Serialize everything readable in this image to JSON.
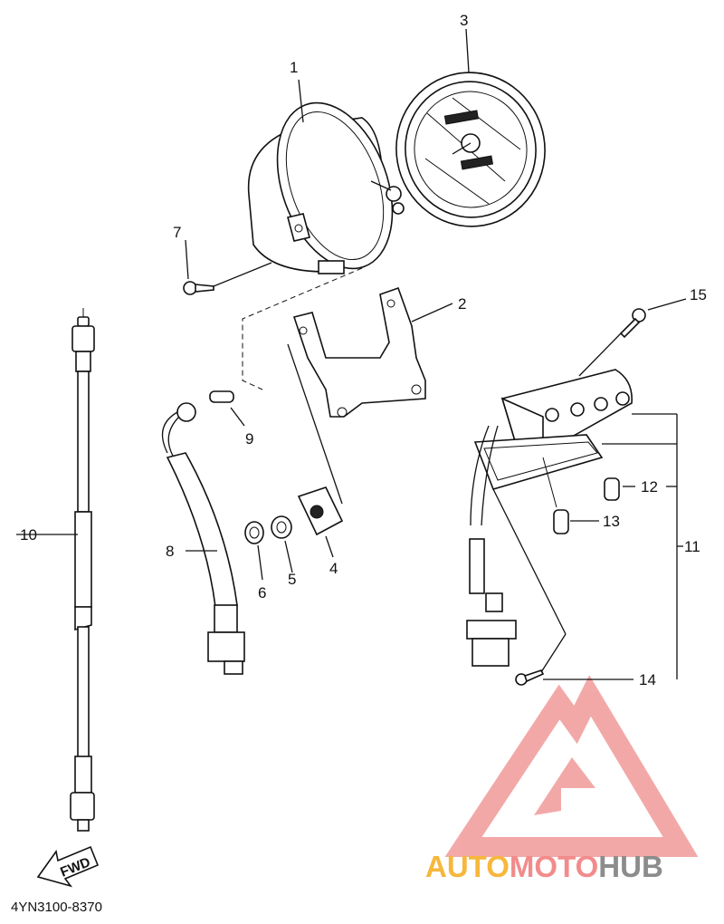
{
  "callouts": [
    "1",
    "2",
    "3",
    "4",
    "5",
    "6",
    "7",
    "8",
    "9",
    "10",
    "11",
    "12",
    "13",
    "14",
    "15"
  ],
  "fwd_label": "FWD",
  "diagram_code": "4YN3100-8370",
  "watermark": {
    "text_parts": [
      "AUTO",
      "MOTO",
      "HUB"
    ],
    "colors": {
      "auto": "#f6b73c",
      "moto": "#f28b8b",
      "hub": "#8c8c8c",
      "logo": "#f29a9a"
    }
  }
}
